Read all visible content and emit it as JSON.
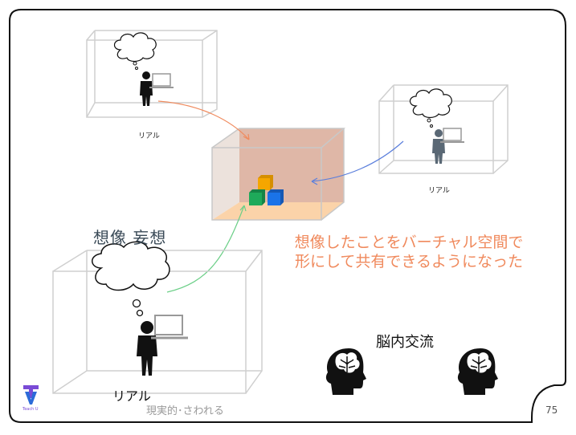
{
  "slide": {
    "page_number": "75",
    "top_left_box_label": "リアル",
    "right_box_label": "リアル",
    "bottom_box_label": "リアル",
    "heading": "想像 妄想",
    "orange_text_line1": "想像したことをバーチャル空間で",
    "orange_text_line2": "形にして共有できるようになった",
    "brain_title": "脳内交流",
    "caption": "現実的･さわれる",
    "logo_text": "Teach U"
  },
  "colors": {
    "virtual_back": "#d9aa98",
    "virtual_floor": "#fbd3a9",
    "cube_orange": "#f5a600",
    "cube_green": "#1eaa5a",
    "cube_blue": "#1a73e8",
    "arrow_orange": "#f08a5d",
    "arrow_blue": "#5b7fdc",
    "arrow_green": "#6ccf88",
    "person_dark": "#111111",
    "person_gray": "#5a6875",
    "logo_purple": "#7a4bd6",
    "logo_blue": "#2c6bd8"
  },
  "icons": [
    "person-icon",
    "laptop-icon",
    "thought-cloud-icon",
    "head-brain-icon",
    "teachu-logo"
  ]
}
